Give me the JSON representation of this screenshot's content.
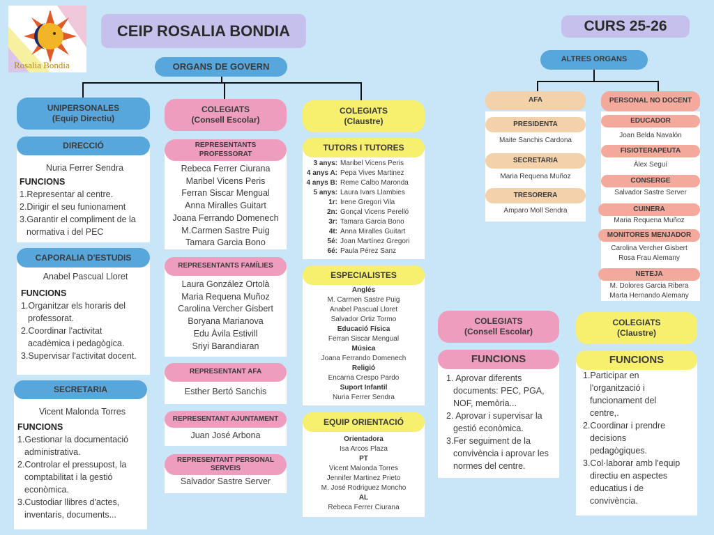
{
  "logo_text": "Rosalia Bondia",
  "title": "CEIP ROSALIA BONDIA",
  "course": "CURS 25-26",
  "organs_govern": "ORGANS DE GOVERN",
  "altres_organs": "ALTRES ORGANS",
  "unip": {
    "title": [
      "UNIPERSONALES",
      "(Equip Directiu)"
    ],
    "direccio": {
      "header": "DIRECCIÓ",
      "name": "Nuria Ferrer Sendra",
      "funcions_label": "FUNCIONS",
      "items": [
        "1.Representar al centre.",
        "2.Dirigir el seu funionament",
        "3.Garantir el compliment de la",
        "normativa i del PEC"
      ]
    },
    "caporalia": {
      "header": "CAPORALIA D'ESTUDIS",
      "name": "Anabel Pascual Lloret",
      "funcions_label": "FUNCIONS",
      "items": [
        "1.Organitzar els horaris del",
        "professorat.",
        "2.Coordinar l'activitat",
        "acadèmica i pedagògica.",
        "3.Supervisar l'activitat docent."
      ]
    },
    "secretaria": {
      "header": "SECRETARIA",
      "name": "Vicent  Malonda Torres",
      "funcions_label": "FUNCIONS",
      "items": [
        "1.Gestionar la documentació",
        "administrativa.",
        "2.Controlar el pressupost, la",
        "comptabilitat i la gestió",
        "econòmica.",
        "3.Custodiar llibres d'actes,",
        "inventaris, documents..."
      ]
    }
  },
  "consell": {
    "title": [
      "COLEGIATS",
      "(Consell Escolar)"
    ],
    "prof": {
      "header": [
        "REPRESENTANTS",
        "PROFESSORAT"
      ],
      "names": [
        "Rebeca Ferrer Ciurana",
        "Maribel Vicens Peris",
        "Ferran Siscar Mengual",
        "Anna Miralles Guitart",
        "Joana Ferrando Domenech",
        "M.Carmen Sastre Puig",
        "Tamara Garcia Bono"
      ]
    },
    "fam": {
      "header": "REPRESENTANTS FAMÍLIES",
      "names": [
        "Laura González Ortolà",
        "Maria Requena Muñoz",
        "Carolina Vercher Gisbert",
        "Boryana  Marianova",
        "Edu Àvila Estivill",
        "Sriyi Barandiaran"
      ]
    },
    "afa": {
      "header": "REPRESENTANT AFA",
      "name": "Esther Bertó Sanchis"
    },
    "ajunt": {
      "header": "REPRESENTANT AJUNTAMENT",
      "name": "Juan José Arbona"
    },
    "serveis": {
      "header": [
        "REPRESENTANT PERSONAL",
        "SERVEIS"
      ],
      "name": "Salvador Sastre Server"
    }
  },
  "claustre": {
    "title": [
      "COLEGIATS",
      "(Claustre)"
    ],
    "tutors": {
      "header": "TUTORS I TUTORES",
      "rows": [
        [
          "3 anys:",
          "Maribel Vicens Peris"
        ],
        [
          "4 anys A:",
          "Pepa Vives Martinez"
        ],
        [
          "4 anys B:",
          "Reme Calbo Maronda"
        ],
        [
          "5 anys:",
          "Laura Ivars Llambies"
        ],
        [
          "1r:",
          "Irene Gregori Vila"
        ],
        [
          "2n:",
          "Gonçal Vicens Perelló"
        ],
        [
          "3r:",
          "Tamara Garcia Bono"
        ],
        [
          "4t:",
          "Anna Miralles Guitart"
        ],
        [
          "5é:",
          "Joan Martínez Gregori"
        ],
        [
          "6é:",
          "Paula Pérez Sanz"
        ]
      ]
    },
    "especialistes": {
      "header": "ESPECIALISTES",
      "lines": [
        {
          "b": "Anglés"
        },
        {
          "t": "M. Carmen Sastre Puig"
        },
        {
          "t": "Anabel Pascual Lloret"
        },
        {
          "t": "Salvador Ortiz Tormo"
        },
        {
          "b": "Educació Física"
        },
        {
          "t": "Ferran Siscar Mengual"
        },
        {
          "b": "Música"
        },
        {
          "t": "Joana Ferrando Domenech"
        },
        {
          "b": "Religió"
        },
        {
          "t": "Encarna Crespo Pardo"
        },
        {
          "b": "Suport Infantil"
        },
        {
          "t": "Nuria Ferrer Sendra"
        }
      ]
    },
    "orientacio": {
      "header": "EQUIP ORIENTACIÓ",
      "lines": [
        {
          "b": "Orientadora"
        },
        {
          "t": "Isa Arcos Plaza"
        },
        {
          "b": "PT"
        },
        {
          "t": "Vicent Malonda Torres"
        },
        {
          "t": "Jennifer Martinez Prieto"
        },
        {
          "t": "M. José Rodriguez Moncho"
        },
        {
          "b": "AL"
        },
        {
          "t": "Rebeca Ferrer Ciurana"
        }
      ]
    }
  },
  "afa_org": {
    "header": "AFA",
    "presidenta": {
      "header": "PRESIDENTA",
      "name": "Maite Sanchis Cardona"
    },
    "secretaria": {
      "header": "SECRETARIA",
      "name": "Maria Requena Muñoz"
    },
    "tresorera": {
      "header": "TRESORERA",
      "name": "Amparo Moll Sendra"
    }
  },
  "no_docent": {
    "header": "PERSONAL NO DOCENT",
    "educador": {
      "header": "EDUCADOR",
      "name": "Joan Belda Navalón"
    },
    "fisio": {
      "header": "FISIOTERAPEUTA",
      "name": "Àlex Seguí"
    },
    "conserge": {
      "header": "CONSERGE",
      "name": "Salvador Sastre Server"
    },
    "cuinera": {
      "header": "CUINERA",
      "name": "Maria Requena Muñoz"
    },
    "monitores": {
      "header": "MONITORES MENJADOR",
      "names": [
        "Carolina Vercher Gisbert",
        "Rosa Frau Alemany"
      ]
    },
    "neteja": {
      "header": "NETEJA",
      "names": [
        "M. Dolores  Garcia Ribera",
        "Marta Hernando Alemany"
      ]
    }
  },
  "funcions_consell": {
    "title": [
      "COLEGIATS",
      "(Consell Escolar)"
    ],
    "header": "FUNCIONS",
    "items": [
      "1.  Aprovar diferents",
      "documents: PEC, PGA,",
      "NOF, memòria...",
      "2.  Aprovar i supervisar la",
      "gestió econòmica.",
      "3.Fer seguiment de la",
      "convivència i aprovar les",
      "normes del centre."
    ]
  },
  "funcions_claustre": {
    "title": [
      "COLEGIATS",
      "(Claustre)"
    ],
    "header": "FUNCIONS",
    "items": [
      "1.Participar en",
      "l'organització i",
      "funcionament del",
      "centre,.",
      "2.Coordinar i prendre",
      "decisions",
      "pedagògiques.",
      "3.Col·laborar amb l'equip",
      "directiu en aspectes",
      "educatius i de",
      "convivència."
    ]
  },
  "colors": {
    "background": "#c9e6f8",
    "blue": "#58a7dc",
    "pink": "#ee9dbf",
    "yellow": "#f7ef6e",
    "peach": "#f2d1ab",
    "salmon": "#f3aa9c",
    "lavender": "#c6c1ec"
  }
}
